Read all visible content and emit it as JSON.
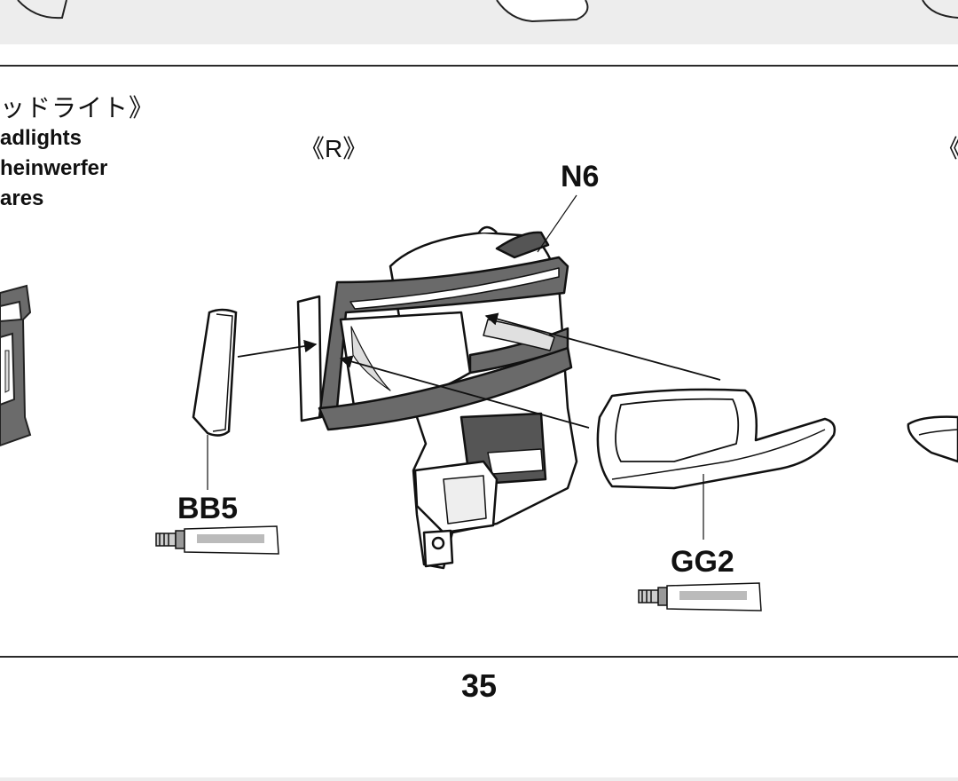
{
  "step_title": {
    "japanese": "ッドライト》",
    "english": "adlights",
    "german": "heinwerfer",
    "other": "ares"
  },
  "view_right_label": "《R》",
  "view_left_label_partial": "《",
  "parts": {
    "n6": "N6",
    "bb5": "BB5",
    "gg2": "GG2"
  },
  "icons": {
    "glue_tube": "cement-tube-icon",
    "assembly_arrow": "arrow-icon"
  },
  "page_number": "35"
}
